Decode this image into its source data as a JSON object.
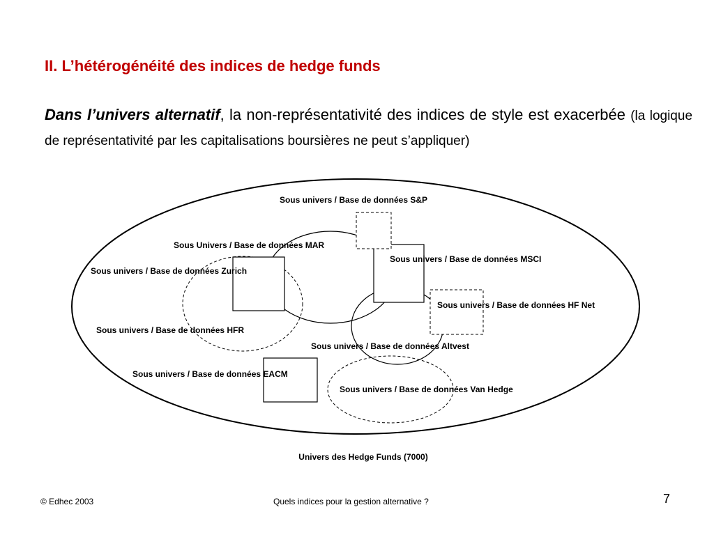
{
  "slide": {
    "title": "II. L’hétérogénéité des indices de hedge funds",
    "intro_emphasis": "Dans l’univers alternatif",
    "intro_text": ", la non-représentativité des indices de style est exacerbée ",
    "intro_note": "(la logique de représentativité par les capitalisations boursières ne peut s’appliquer)"
  },
  "diagram": {
    "label_sp": "Sous univers / Base de données S&P",
    "label_mar": "Sous Univers / Base de données MAR",
    "label_msci": "Sous univers / Base de données MSCI",
    "label_zurich": "Sous univers / Base de données Zurich",
    "label_hfnet": "Sous univers / Base de données HF Net",
    "label_hfr": "Sous univers / Base de données HFR",
    "label_altvest": "Sous univers / Base de données Altvest",
    "label_eacm": "Sous univers / Base de données EACM",
    "label_vanhedge": "Sous univers / Base de données Van Hedge",
    "label_universe": "Univers des Hedge Funds (7000)"
  },
  "footer": {
    "copyright": "© Edhec 2003",
    "center": "Quels indices pour la gestion alternative ?",
    "page_number": "7"
  }
}
